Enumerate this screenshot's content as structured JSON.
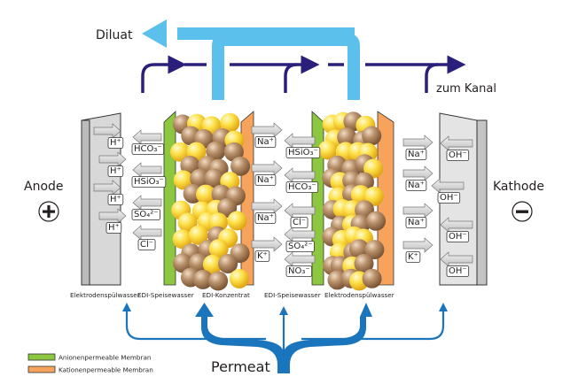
{
  "labels": {
    "diluat": "Diluat",
    "zum_kanal": "zum Kanal",
    "anode": "Anode",
    "kathode": "Kathode",
    "permeat": "Permeat"
  },
  "compartments": [
    "Elektrodenspülwasser",
    "EDI-Speisewasser",
    "EDI-Konzentrat",
    "EDI-Speisewasser",
    "Elektrodenspülwasser"
  ],
  "legend": [
    {
      "label": "Anionenpermeable Membran",
      "color": "#8dc63f"
    },
    {
      "label": "Kationenpermeable Membran",
      "color": "#f7a35c"
    }
  ],
  "ions": {
    "anode_right": [
      "H⁺",
      "H⁺",
      "H⁺",
      "H⁺"
    ],
    "anode_left": [
      "HCO₃⁻",
      "HSiO₃⁻",
      "SO₄²⁻",
      "Cl⁻"
    ],
    "concentrate_right": [
      "Na⁺",
      "Na⁺",
      "Na⁺",
      "K⁺"
    ],
    "concentrate_left": [
      "HSiO₃⁻",
      "HCO₃⁻",
      "Cl⁻",
      "SO₄²⁻",
      "NO₃⁻"
    ],
    "cathode_right": [
      "Na⁺",
      "Na⁺",
      "Na⁺",
      "K⁺"
    ],
    "cathode_left": [
      "OH⁻",
      "OH⁻",
      "OH⁻",
      "OH⁻"
    ]
  },
  "colors": {
    "diluat_flow": "#5bc0eb",
    "drain_flow": "#2a1f7a",
    "permeat_flow": "#1b75bc",
    "anion_membrane": "#8dc63f",
    "cation_membrane": "#f7a35c",
    "electrode": "#d9d9d9"
  },
  "symbols": {
    "anode": "+",
    "kathode": "−"
  }
}
